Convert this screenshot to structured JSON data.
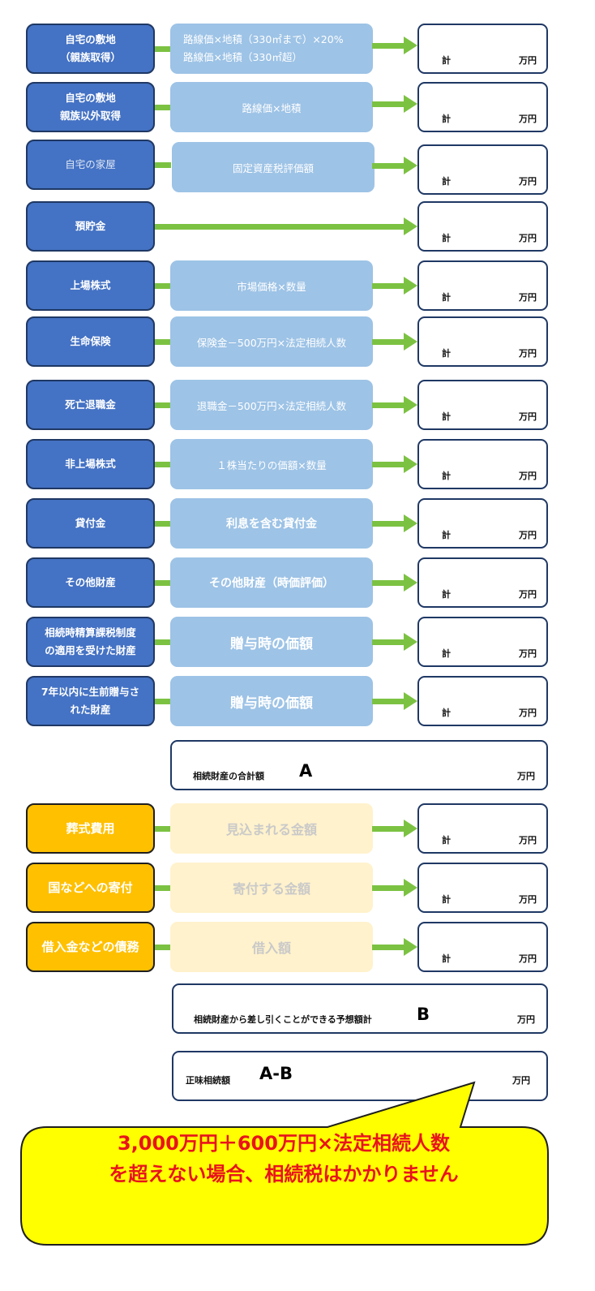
{
  "assets": [
    {
      "label": "自宅の敷地\n（親族取得）",
      "formula": "路線価×地積（330㎡まで）×20%\n路線価×地積（330㎡超）",
      "total_label": "計",
      "unit": "万円"
    },
    {
      "label": "自宅の敷地\n親族以外取得",
      "formula": "路線価×地積",
      "total_label": "計",
      "unit": "万円"
    },
    {
      "label": "自宅の家屋",
      "formula": "固定資産税評価額",
      "total_label": "計",
      "unit": "万円"
    },
    {
      "label": "預貯金",
      "formula": "",
      "total_label": "計",
      "unit": "万円"
    },
    {
      "label": "上場株式",
      "formula": "市場価格×数量",
      "total_label": "計",
      "unit": "万円"
    },
    {
      "label": "生命保険",
      "formula": "保険金－500万円×法定相続人数",
      "total_label": "計",
      "unit": "万円"
    },
    {
      "label": "死亡退職金",
      "formula": "退職金－500万円×法定相続人数",
      "total_label": "計",
      "unit": "万円"
    },
    {
      "label": "非上場株式",
      "formula": "１株当たりの価額×数量",
      "total_label": "計",
      "unit": "万円"
    },
    {
      "label": "貸付金",
      "formula": "利息を含む貸付金",
      "total_label": "計",
      "unit": "万円"
    },
    {
      "label": "その他財産",
      "formula": "その他財産（時価評価）",
      "total_label": "計",
      "unit": "万円"
    },
    {
      "label": "相続時精算課税制度\nの適用を受けた財産",
      "formula": "贈与時の価額",
      "total_label": "計",
      "unit": "万円"
    },
    {
      "label": "7年以内に生前贈与さ\nれた財産",
      "formula": "贈与時の価額",
      "total_label": "計",
      "unit": "万円"
    }
  ],
  "sum_a": {
    "text": "相続財産の合計額",
    "letter": "A",
    "unit": "万円"
  },
  "deductions": [
    {
      "label": "葬式費用",
      "formula": "見込まれる金額",
      "total_label": "計",
      "unit": "万円"
    },
    {
      "label": "国などへの寄付",
      "formula": "寄付する金額",
      "total_label": "計",
      "unit": "万円"
    },
    {
      "label": "借入金などの債務",
      "formula": "借入額",
      "total_label": "計",
      "unit": "万円"
    }
  ],
  "sum_b": {
    "text": "相続財産から差し引くことができる予想額計",
    "letter": "B",
    "unit": "万円"
  },
  "net": {
    "text": "正味相続額",
    "letter": "A-B",
    "unit": "万円"
  },
  "callout": {
    "line1": "3,000万円＋600万円×法定相続人数",
    "line2": "を超えない場合、相続税はかかりません"
  },
  "colors": {
    "label_blue": "#4472c4",
    "formula_blue": "#9dc3e6",
    "label_orange": "#ffc000",
    "formula_cream": "#fff2cc",
    "arrow_green": "#7cc242",
    "callout_yellow": "#ffff00",
    "callout_text_red": "#e8141b",
    "border_navy": "#1f3864"
  }
}
